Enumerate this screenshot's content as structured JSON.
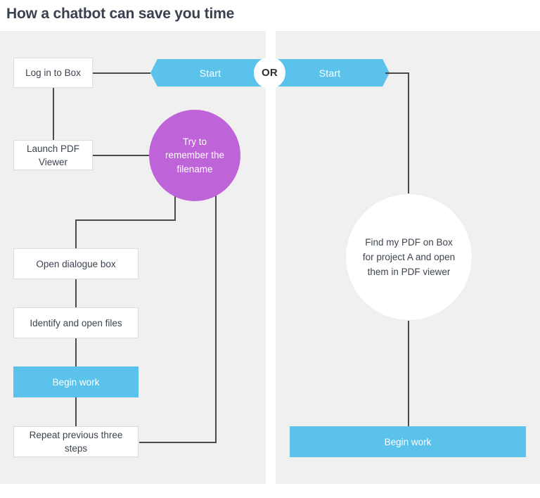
{
  "page": {
    "title": "How a chatbot can save you time",
    "background": "#ffffff"
  },
  "colors": {
    "panel_bg": "#f0f0f0",
    "accent_blue": "#5bc2ec",
    "accent_purple": "#bf63d8",
    "line": "#4a4a4a",
    "text_dark": "#3c4450",
    "title": "#39404e",
    "node_border": "#dddddd"
  },
  "left_flow": {
    "start_banner": "Start",
    "nodes": [
      {
        "id": "login",
        "label": "Log in to Box",
        "style": "outline"
      },
      {
        "id": "launch-pdf",
        "label": "Launch PDF Viewer",
        "style": "outline"
      },
      {
        "id": "remember",
        "label": "Try to remember the filename",
        "style": "circle-purple"
      },
      {
        "id": "open-dialogue",
        "label": "Open dialogue box",
        "style": "outline"
      },
      {
        "id": "identify-files",
        "label": "Identify and open files",
        "style": "outline"
      },
      {
        "id": "begin-work",
        "label": "Begin work",
        "style": "filled"
      },
      {
        "id": "repeat",
        "label": "Repeat previous three steps",
        "style": "outline"
      }
    ]
  },
  "divider": {
    "badge": "OR"
  },
  "right_flow": {
    "start_banner": "Start",
    "nodes": [
      {
        "id": "prompt",
        "label": "Find my PDF on Box for project A and open them in PDF viewer",
        "style": "circle-white"
      },
      {
        "id": "begin-work",
        "label": "Begin work",
        "style": "filled"
      }
    ]
  }
}
